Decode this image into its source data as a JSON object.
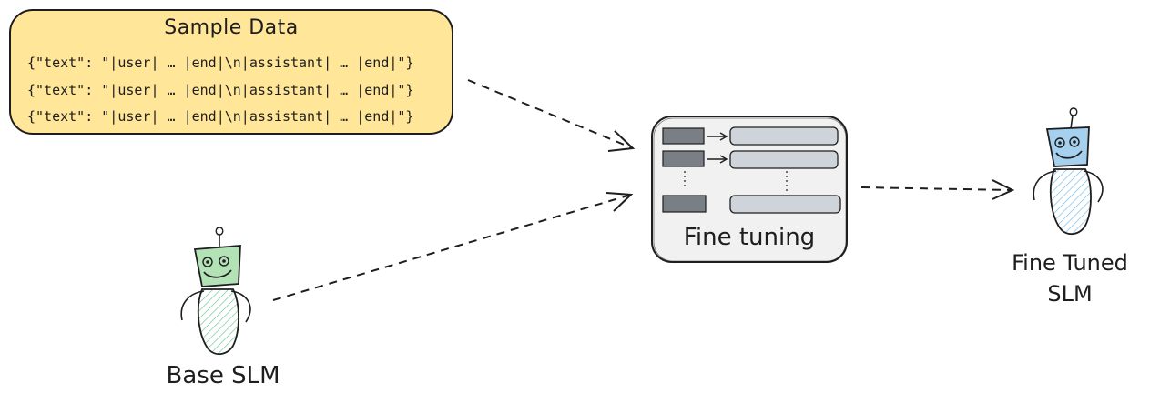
{
  "sample_data": {
    "title": "Sample Data",
    "lines": [
      "{\"text\": \"|user| … |end|\\n|assistant| … |end|\"}",
      "{\"text\": \"|user| … |end|\\n|assistant| … |end|\"}",
      "{\"text\": \"|user| … |end|\\n|assistant| … |end|\"}"
    ],
    "fill_color": "#ffe699"
  },
  "fine_tuning": {
    "label": "Fine tuning"
  },
  "base_model": {
    "label": "Base SLM",
    "accent": "#3cb371"
  },
  "tuned_model": {
    "label_line1": "Fine Tuned",
    "label_line2": "SLM",
    "accent": "#4aa3df"
  }
}
